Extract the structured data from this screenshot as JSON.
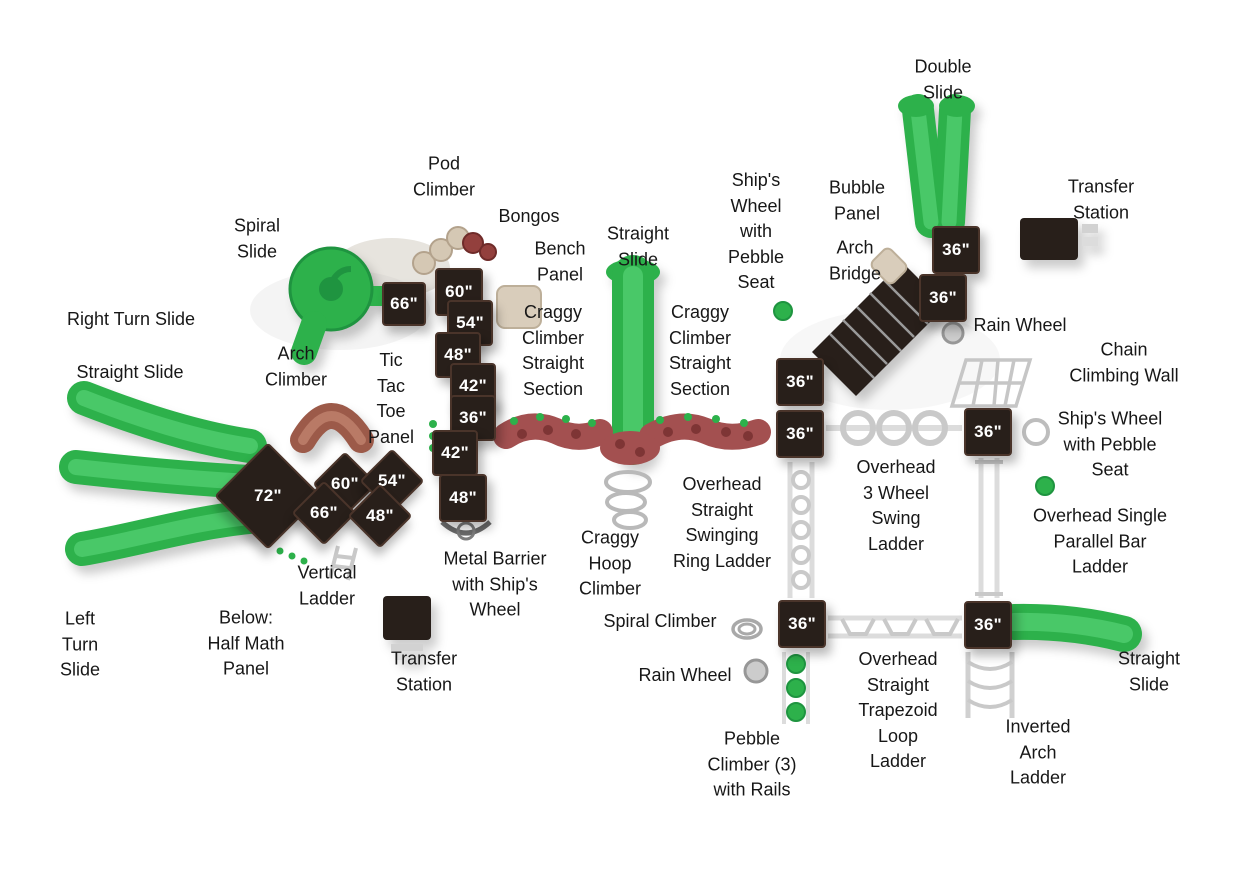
{
  "diagram": {
    "type": "playground-equipment-top-view",
    "colors": {
      "background": "#ffffff",
      "slide_green": "#2db14b",
      "slide_green_light": "#49c868",
      "slide_green_dark": "#1f9440",
      "deck_dark": "#281f1a",
      "craggy_red": "#a35050",
      "craggy_red_dark": "#7e3535",
      "arch_climber_brown": "#9c5a49",
      "tan_panel": "#d9cdbb",
      "gray_rail": "#dcdcdc",
      "gray_detail": "#c9c9c9",
      "label_text": "#171717"
    },
    "labels": [
      {
        "id": "double-slide",
        "text": "Double\nSlide"
      },
      {
        "id": "pod-climber",
        "text": "Pod\nClimber"
      },
      {
        "id": "bongos",
        "text": "Bongos"
      },
      {
        "id": "spiral-slide",
        "text": "Spiral\nSlide"
      },
      {
        "id": "bench-panel",
        "text": "Bench\nPanel"
      },
      {
        "id": "straight-slide-top",
        "text": "Straight\nSlide"
      },
      {
        "id": "ships-wheel-with-pebble-seat-top",
        "text": "Ship's\nWheel\nwith\nPebble\nSeat"
      },
      {
        "id": "bubble-panel",
        "text": "Bubble\nPanel"
      },
      {
        "id": "arch-bridge",
        "text": "Arch\nBridge"
      },
      {
        "id": "transfer-station-top",
        "text": "Transfer\nStation"
      },
      {
        "id": "rain-wheel-right",
        "text": "Rain Wheel"
      },
      {
        "id": "right-turn-slide",
        "text": "Right Turn Slide"
      },
      {
        "id": "chain-climbing-wall",
        "text": "Chain\nClimbing Wall"
      },
      {
        "id": "straight-slide-left",
        "text": "Straight Slide"
      },
      {
        "id": "arch-climber",
        "text": "Arch\nClimber"
      },
      {
        "id": "tic-tac-toe-panel",
        "text": "Tic\nTac\nToe\nPanel"
      },
      {
        "id": "craggy-climber-left",
        "text": "Craggy\nClimber\nStraight\nSection"
      },
      {
        "id": "craggy-climber-right",
        "text": "Craggy\nClimber\nStraight\nSection"
      },
      {
        "id": "ships-wheel-with-pebble-seat-right",
        "text": "Ship's Wheel\nwith Pebble\nSeat"
      },
      {
        "id": "overhead-3-wheel-swing-ladder",
        "text": "Overhead\n3 Wheel\nSwing\nLadder"
      },
      {
        "id": "overhead-single-parallel-bar-ladder",
        "text": "Overhead Single\nParallel Bar\nLadder"
      },
      {
        "id": "overhead-straight-swinging-ring-ladder",
        "text": "Overhead\nStraight\nSwinging\nRing Ladder"
      },
      {
        "id": "craggy-hoop-climber",
        "text": "Craggy\nHoop\nClimber"
      },
      {
        "id": "metal-barrier-with-ships-wheel",
        "text": "Metal Barrier\nwith Ship's\nWheel"
      },
      {
        "id": "vertical-ladder",
        "text": "Vertical\nLadder"
      },
      {
        "id": "spiral-climber",
        "text": "Spiral Climber"
      },
      {
        "id": "rain-wheel-bottom",
        "text": "Rain Wheel"
      },
      {
        "id": "below-half-math-panel",
        "text": "Below:\nHalf Math\nPanel"
      },
      {
        "id": "transfer-station-bottom",
        "text": "Transfer\nStation"
      },
      {
        "id": "left-turn-slide",
        "text": "Left\nTurn\nSlide"
      },
      {
        "id": "pebble-climber-3-with-rails",
        "text": "Pebble\nClimber (3)\nwith Rails"
      },
      {
        "id": "overhead-straight-trapezoid-loop-ladder",
        "text": "Overhead\nStraight\nTrapezoid\nLoop\nLadder"
      },
      {
        "id": "inverted-arch-ladder",
        "text": "Inverted\nArch\nLadder"
      },
      {
        "id": "straight-slide-bottom",
        "text": "Straight\nSlide"
      }
    ],
    "decks": [
      {
        "id": "deck-66-upper",
        "label": "66\""
      },
      {
        "id": "deck-60-upper",
        "label": "60\""
      },
      {
        "id": "deck-54-upper",
        "label": "54\""
      },
      {
        "id": "deck-48-upper",
        "label": "48\""
      },
      {
        "id": "deck-42-upper",
        "label": "42\""
      },
      {
        "id": "deck-36-upper",
        "label": "36\""
      },
      {
        "id": "deck-42-lower",
        "label": "42\""
      },
      {
        "id": "deck-48-mid",
        "label": "48\""
      },
      {
        "id": "deck-60-lower",
        "label": "60\""
      },
      {
        "id": "deck-54-lower",
        "label": "54\""
      },
      {
        "id": "deck-72",
        "label": "72\""
      },
      {
        "id": "deck-66-lower",
        "label": "66\""
      },
      {
        "id": "deck-48-lower",
        "label": "48\""
      },
      {
        "id": "deck-36-ne-upper",
        "label": "36\""
      },
      {
        "id": "deck-36-ne-lower",
        "label": "36\""
      },
      {
        "id": "deck-36-east-left-upper",
        "label": "36\""
      },
      {
        "id": "deck-36-east-left-lower",
        "label": "36\""
      },
      {
        "id": "deck-36-east-right",
        "label": "36\""
      },
      {
        "id": "deck-36-south-left",
        "label": "36\""
      },
      {
        "id": "deck-36-south-right",
        "label": "36\""
      }
    ]
  }
}
